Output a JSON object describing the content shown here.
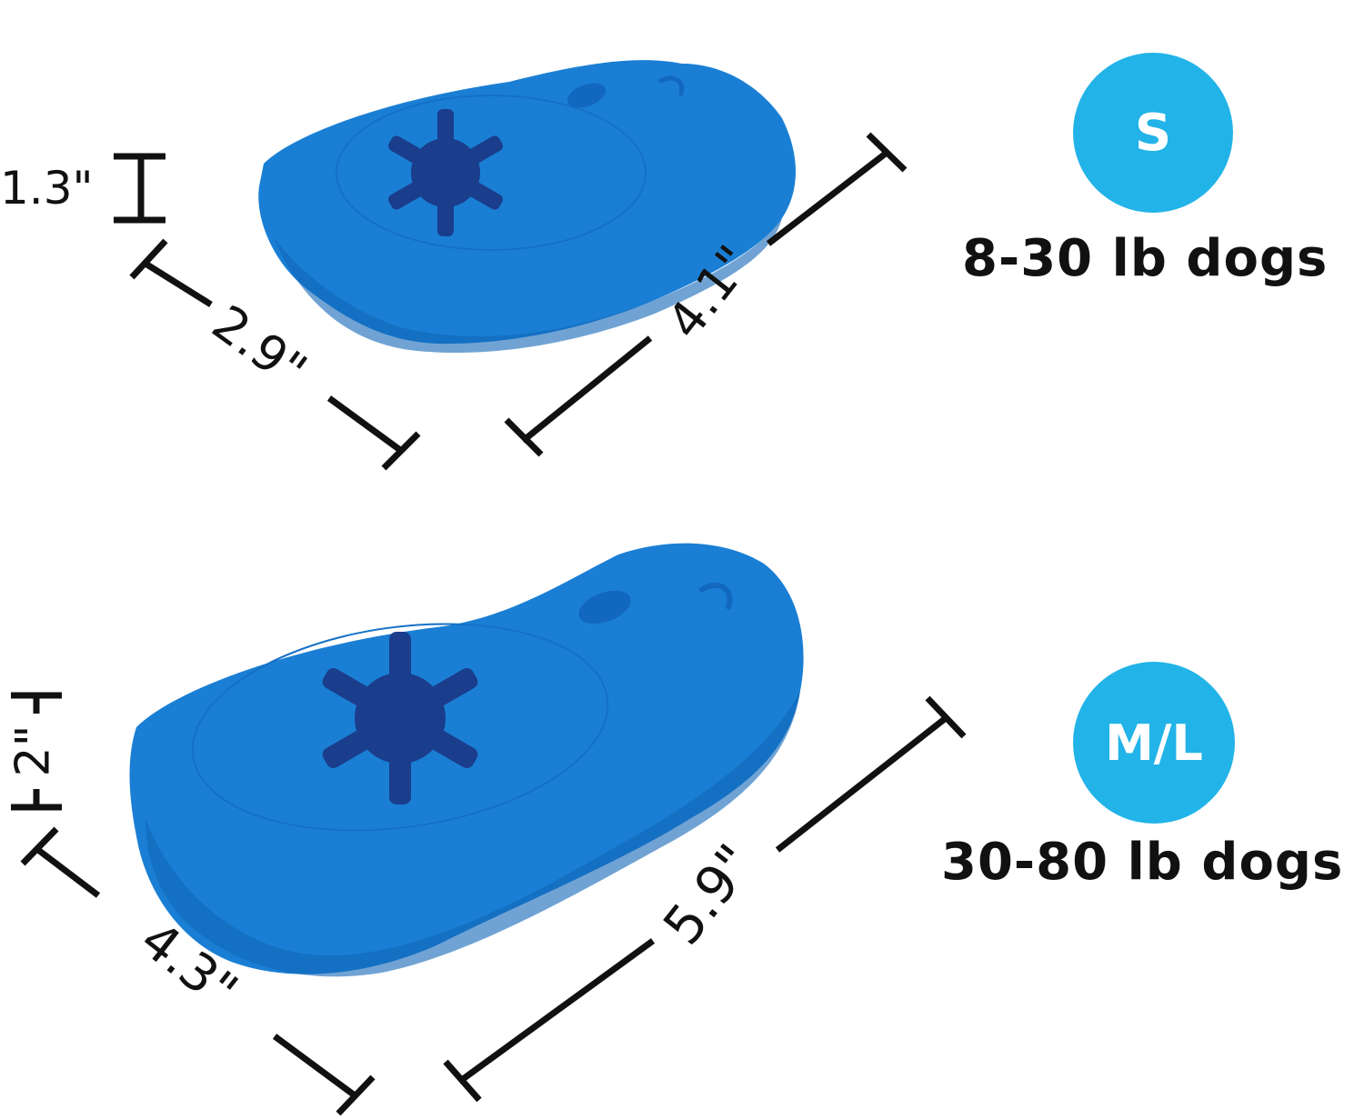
{
  "colors": {
    "badge": "#22b3e8",
    "toy": "#1a7fd4",
    "toy_shadow": "#1066b8",
    "toy_hole": "#1a3d8c",
    "dimension_line": "#111111"
  },
  "products": [
    {
      "size": "S",
      "weight_range": "8-30 lb dogs",
      "dimensions": {
        "height": "1.3\"",
        "width": "2.9\"",
        "length": "4.1\""
      }
    },
    {
      "size": "M/L",
      "weight_range": "30-80 lb dogs",
      "dimensions": {
        "height": "2\"",
        "width": "4.3\"",
        "length": "5.9\""
      }
    }
  ]
}
